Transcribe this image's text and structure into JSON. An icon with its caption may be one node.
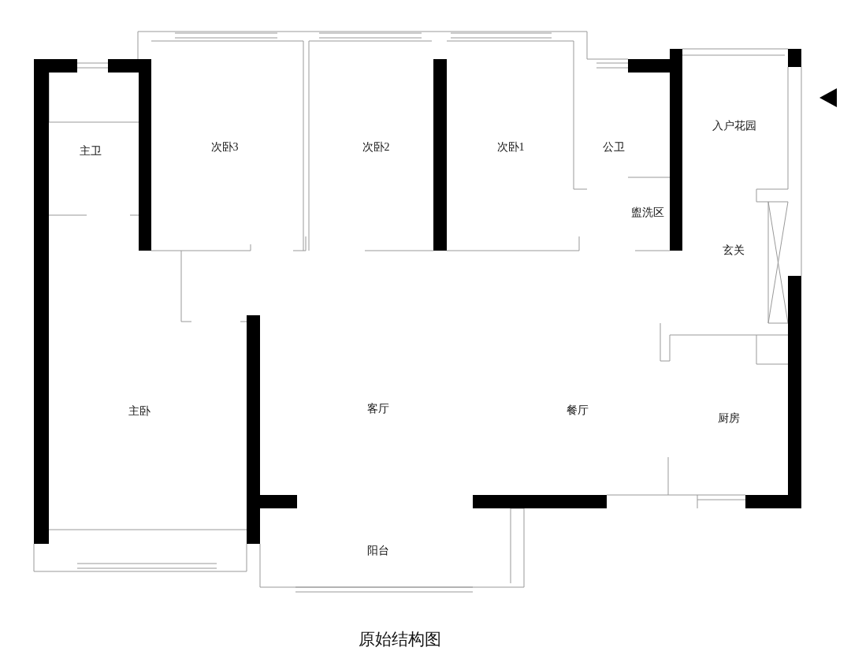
{
  "diagram": {
    "caption": "原始结构图",
    "labels": [
      "主卫",
      "次卧3",
      "次卧2",
      "次卧1",
      "公卫",
      "入户花园",
      "盥洗区",
      "玄关",
      "主卧",
      "客厅",
      "餐厅",
      "厨房",
      "阳台"
    ]
  }
}
